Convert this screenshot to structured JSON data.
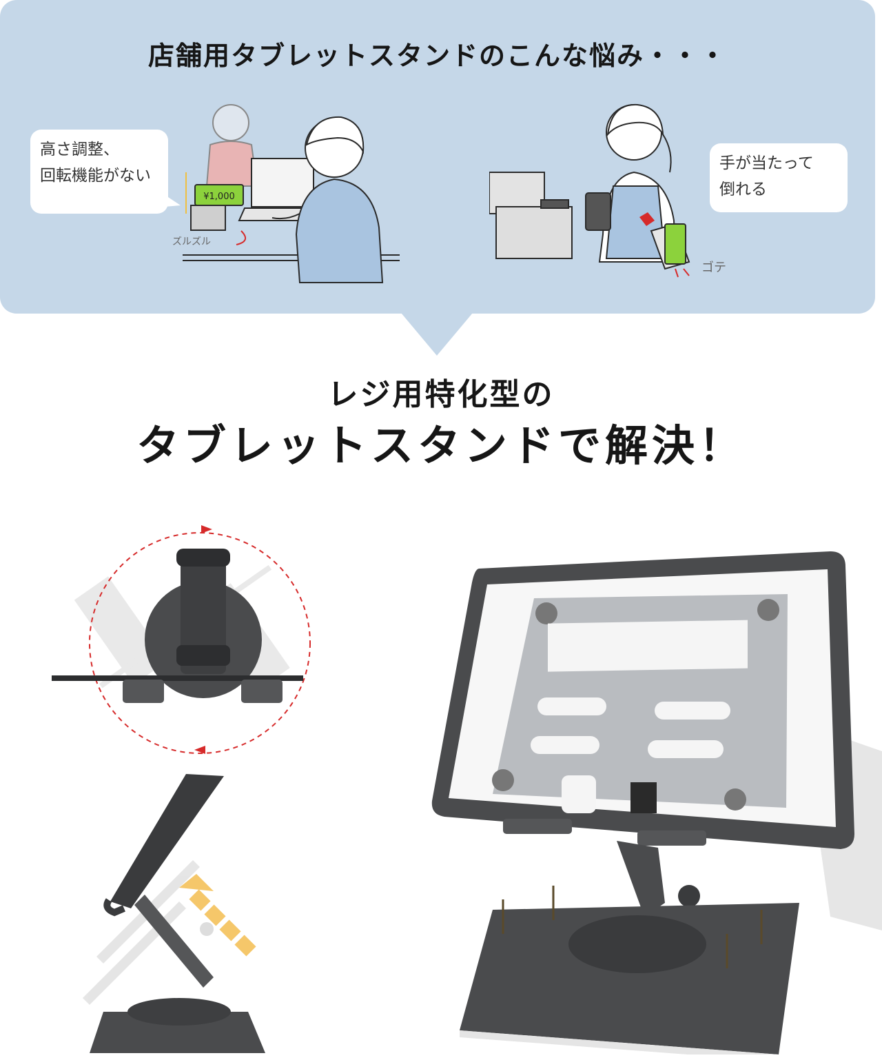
{
  "header": {
    "title": "店舗用タブレットスタンドのこんな悩み・・・"
  },
  "problems": {
    "left_bubble_line1": "高さ調整、",
    "left_bubble_line2": "回転機能がない",
    "right_bubble_line1": "手が当たって",
    "right_bubble_line2": "倒れる",
    "sfx_slide": "ズルズル",
    "sfx_fall": "ゴテ",
    "price_tag": "¥1,000"
  },
  "solution": {
    "line1": "レジ用特化型の",
    "line2": "タブレットスタンドで解決！"
  },
  "colors": {
    "panel_bg": "#c5d7e8",
    "price_tag_green": "#8cd23c",
    "rotation_arrow_red": "#d62a2a",
    "lift_arrow_yellow": "#f5c76a",
    "stand_dark_gray": "#4a4b4d"
  }
}
